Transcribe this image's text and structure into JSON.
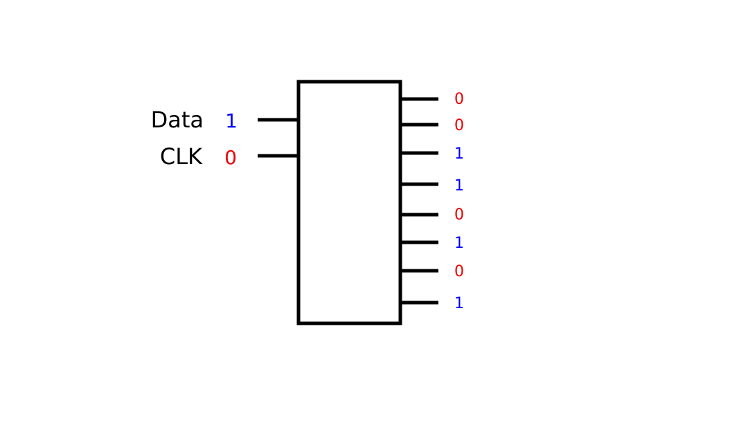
{
  "colors": {
    "one": "#0000ff",
    "zero": "#ee0000",
    "wire": "#000000"
  },
  "inputs": [
    {
      "name": "Data",
      "value": "1"
    },
    {
      "name": "CLK",
      "value": "0"
    }
  ],
  "outputs": [
    "0",
    "0",
    "1",
    "1",
    "0",
    "1",
    "0",
    "1"
  ]
}
